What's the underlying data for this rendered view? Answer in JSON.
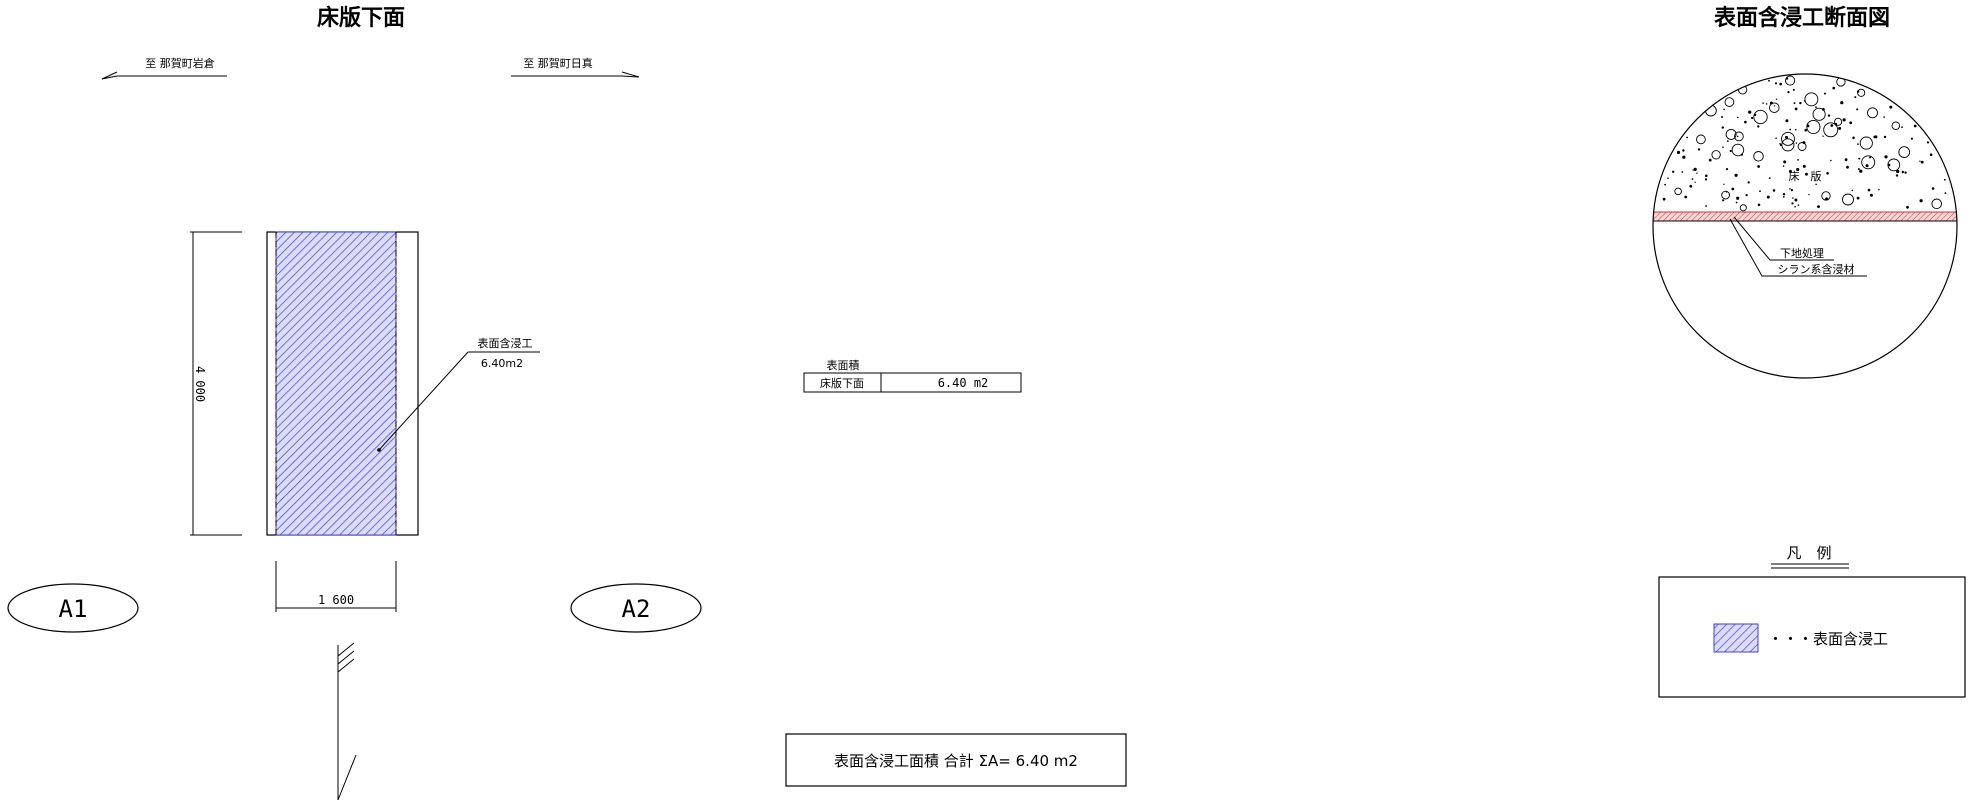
{
  "titles": {
    "plan": "床版下面",
    "section": "表面含浸工断面図"
  },
  "directions": {
    "left": "至 那賀町岩倉",
    "right": "至 那賀町日真"
  },
  "dimensions": {
    "height": "4 000",
    "width": "1 600"
  },
  "plan_callout": {
    "label": "表面含浸工",
    "value": "6.40m2"
  },
  "abutments": {
    "left": "A1",
    "right": "A2"
  },
  "area_table": {
    "header": "表面積",
    "row_label": "床版下面",
    "row_value": "6.40 m2"
  },
  "total": "表面含浸工面積 合計 ΣA= 6.40 m2",
  "section": {
    "slab_label": "床　版",
    "leader1": "下地処理",
    "leader2": "シラン系含浸材"
  },
  "legend": {
    "title": "凡　例",
    "item": "・・・表面含浸工",
    "color": "#4040cc"
  },
  "colors": {
    "hatch": "#4040cc",
    "hatch_fill": "#dcdcf8",
    "coating": "#cc3333"
  }
}
